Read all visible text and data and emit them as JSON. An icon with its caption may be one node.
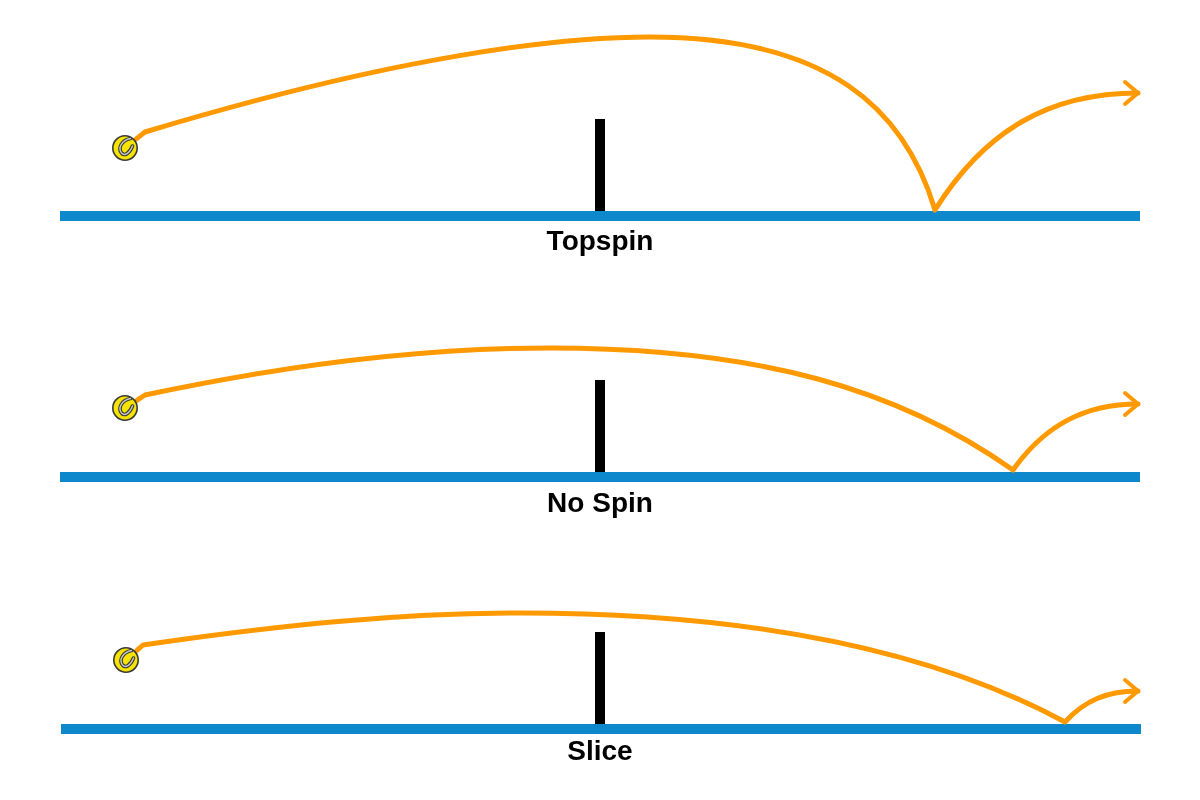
{
  "diagram": {
    "nodes": [
      {
        "text": [],
        "shape": "ball"
      },
      {
        "text": [],
        "shape": "ball"
      },
      {
        "text": [],
        "shape": "ball"
      }
    ],
    "edges": [
      {
        "from": 0,
        "to": null,
        "arrow": "to"
      },
      {
        "from": 1,
        "to": null,
        "arrow": "to"
      },
      {
        "from": 2,
        "to": null,
        "arrow": "to"
      }
    ],
    "labels": [
      "Topspin",
      "No Spin",
      "Slice"
    ]
  }
}
